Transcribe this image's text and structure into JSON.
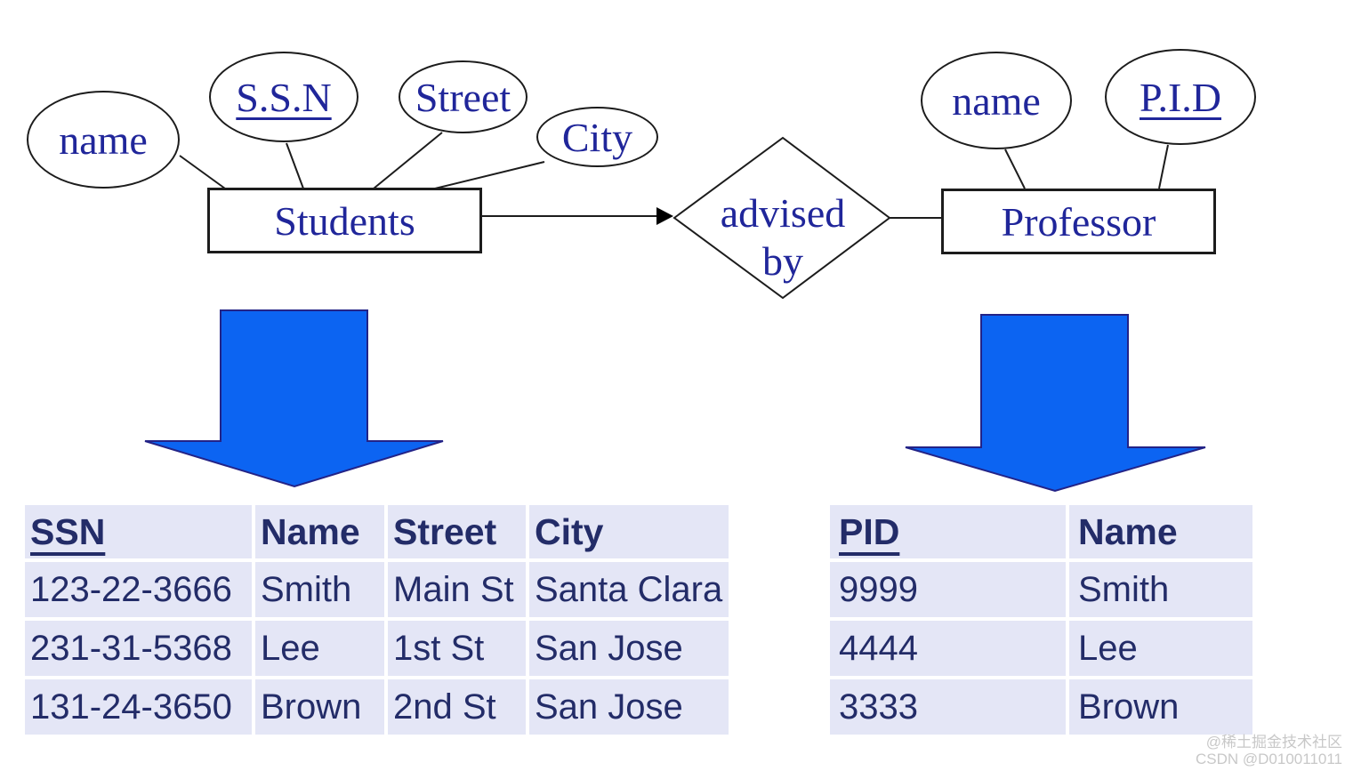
{
  "er": {
    "entities": {
      "students": "Students",
      "professor": "Professor"
    },
    "relationship": {
      "line1": "advised",
      "line2": "by"
    },
    "attributes": {
      "student_name": "name",
      "student_ssn": "S.S.N",
      "student_street": "Street",
      "student_city": "City",
      "professor_name": "name",
      "professor_pid": "P.I.D"
    }
  },
  "students_table": {
    "columns": [
      "SSN",
      "Name",
      "Street",
      "City"
    ],
    "rows": [
      [
        "123-22-3666",
        "Smith",
        "Main St",
        "Santa Clara"
      ],
      [
        "231-31-5368",
        "Lee",
        "1st St",
        "San Jose"
      ],
      [
        "131-24-3650",
        "Brown",
        "2nd St",
        "San Jose"
      ]
    ]
  },
  "professor_table": {
    "columns": [
      "PID",
      "Name"
    ],
    "rows": [
      [
        "9999",
        "Smith"
      ],
      [
        "4444",
        "Lee"
      ],
      [
        "3333",
        "Brown"
      ]
    ]
  },
  "watermark": {
    "line1": "@稀土掘金技术社区",
    "line2": "CSDN @D010011011"
  },
  "colors": {
    "arrow_blue": "#0c64f2",
    "arrow_outline": "#232387",
    "table_cell_bg": "#e4e6f6",
    "table_text": "#232c68",
    "er_text": "#20269a",
    "line_black": "#1c1c1c"
  }
}
